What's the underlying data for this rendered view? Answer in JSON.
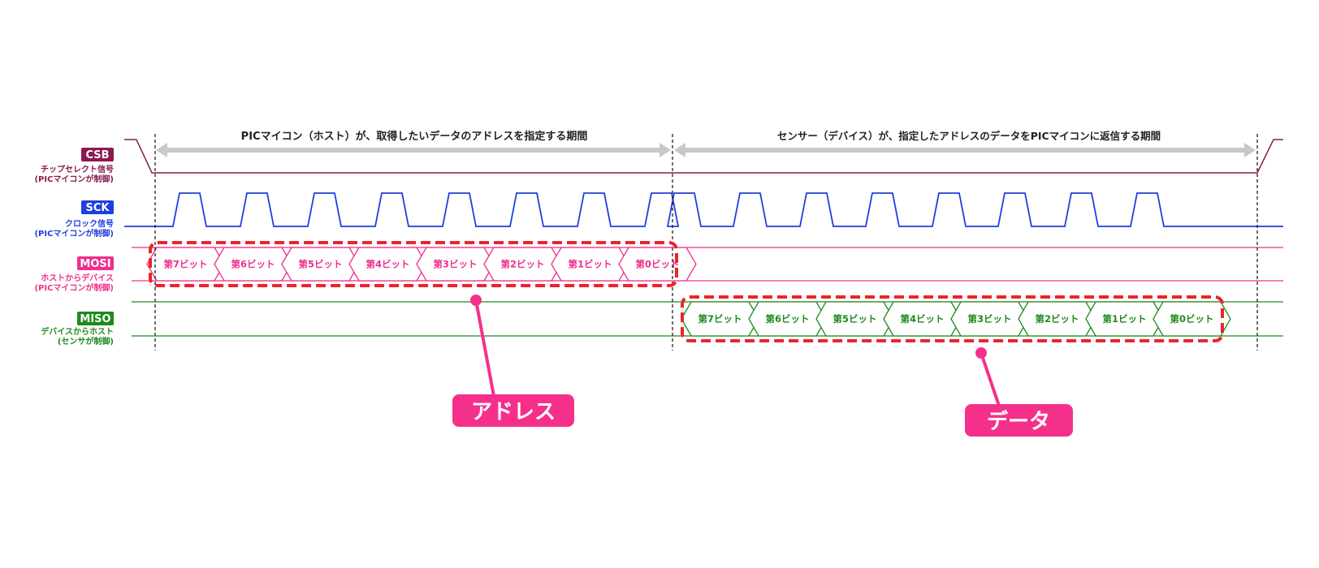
{
  "colors": {
    "csb": "#8b1a4e",
    "sck": "#1f3ee0",
    "mosi": "#ef2f8c",
    "miso": "#1d8a1d",
    "highlight": "#e8262a",
    "callout": "#f5308b",
    "arrow": "#c8c8c8",
    "divider": "#222222"
  },
  "periods": {
    "host": "PICマイコン（ホスト）が、取得したいデータのアドレスを指定する期間",
    "device": "センサー（デバイス）が、指定したアドレスのデータをPICマイコンに返信する期間"
  },
  "signals": {
    "csb": {
      "badge": "CSB",
      "line1": "チップセレクト信号",
      "line2": "(PICマイコンが制御)"
    },
    "sck": {
      "badge": "SCK",
      "line1": "クロック信号",
      "line2": "(PICマイコンが制御)"
    },
    "mosi": {
      "badge": "MOSI",
      "line1": "ホストからデバイス",
      "line2": "(PICマイコンが制御)"
    },
    "miso": {
      "badge": "MISO",
      "line1": "デバイスからホスト",
      "line2": "(センサが制御)"
    }
  },
  "bits": [
    "第7ビット",
    "第6ビット",
    "第5ビット",
    "第4ビット",
    "第3ビット",
    "第2ビット",
    "第1ビット",
    "第0ビット"
  ],
  "callouts": {
    "address": "アドレス",
    "data": "データ"
  }
}
